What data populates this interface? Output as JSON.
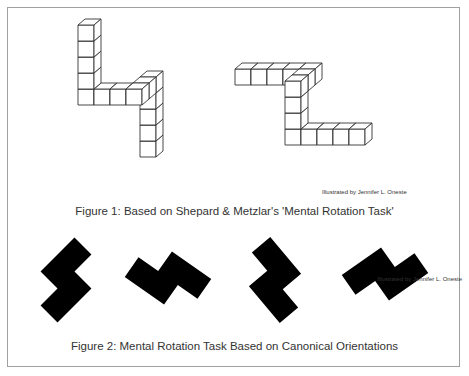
{
  "diagram": {
    "labels": [
      "Illustrated by Jennifer L. Oneste",
      "Figure 1: Based on Shepard & Metzlar's 'Mental Rotation Task'",
      "Illustrated by Jennifer L. Oneste",
      "Figure 2: Mental Rotation Task Based on Canonical Orientations"
    ]
  }
}
